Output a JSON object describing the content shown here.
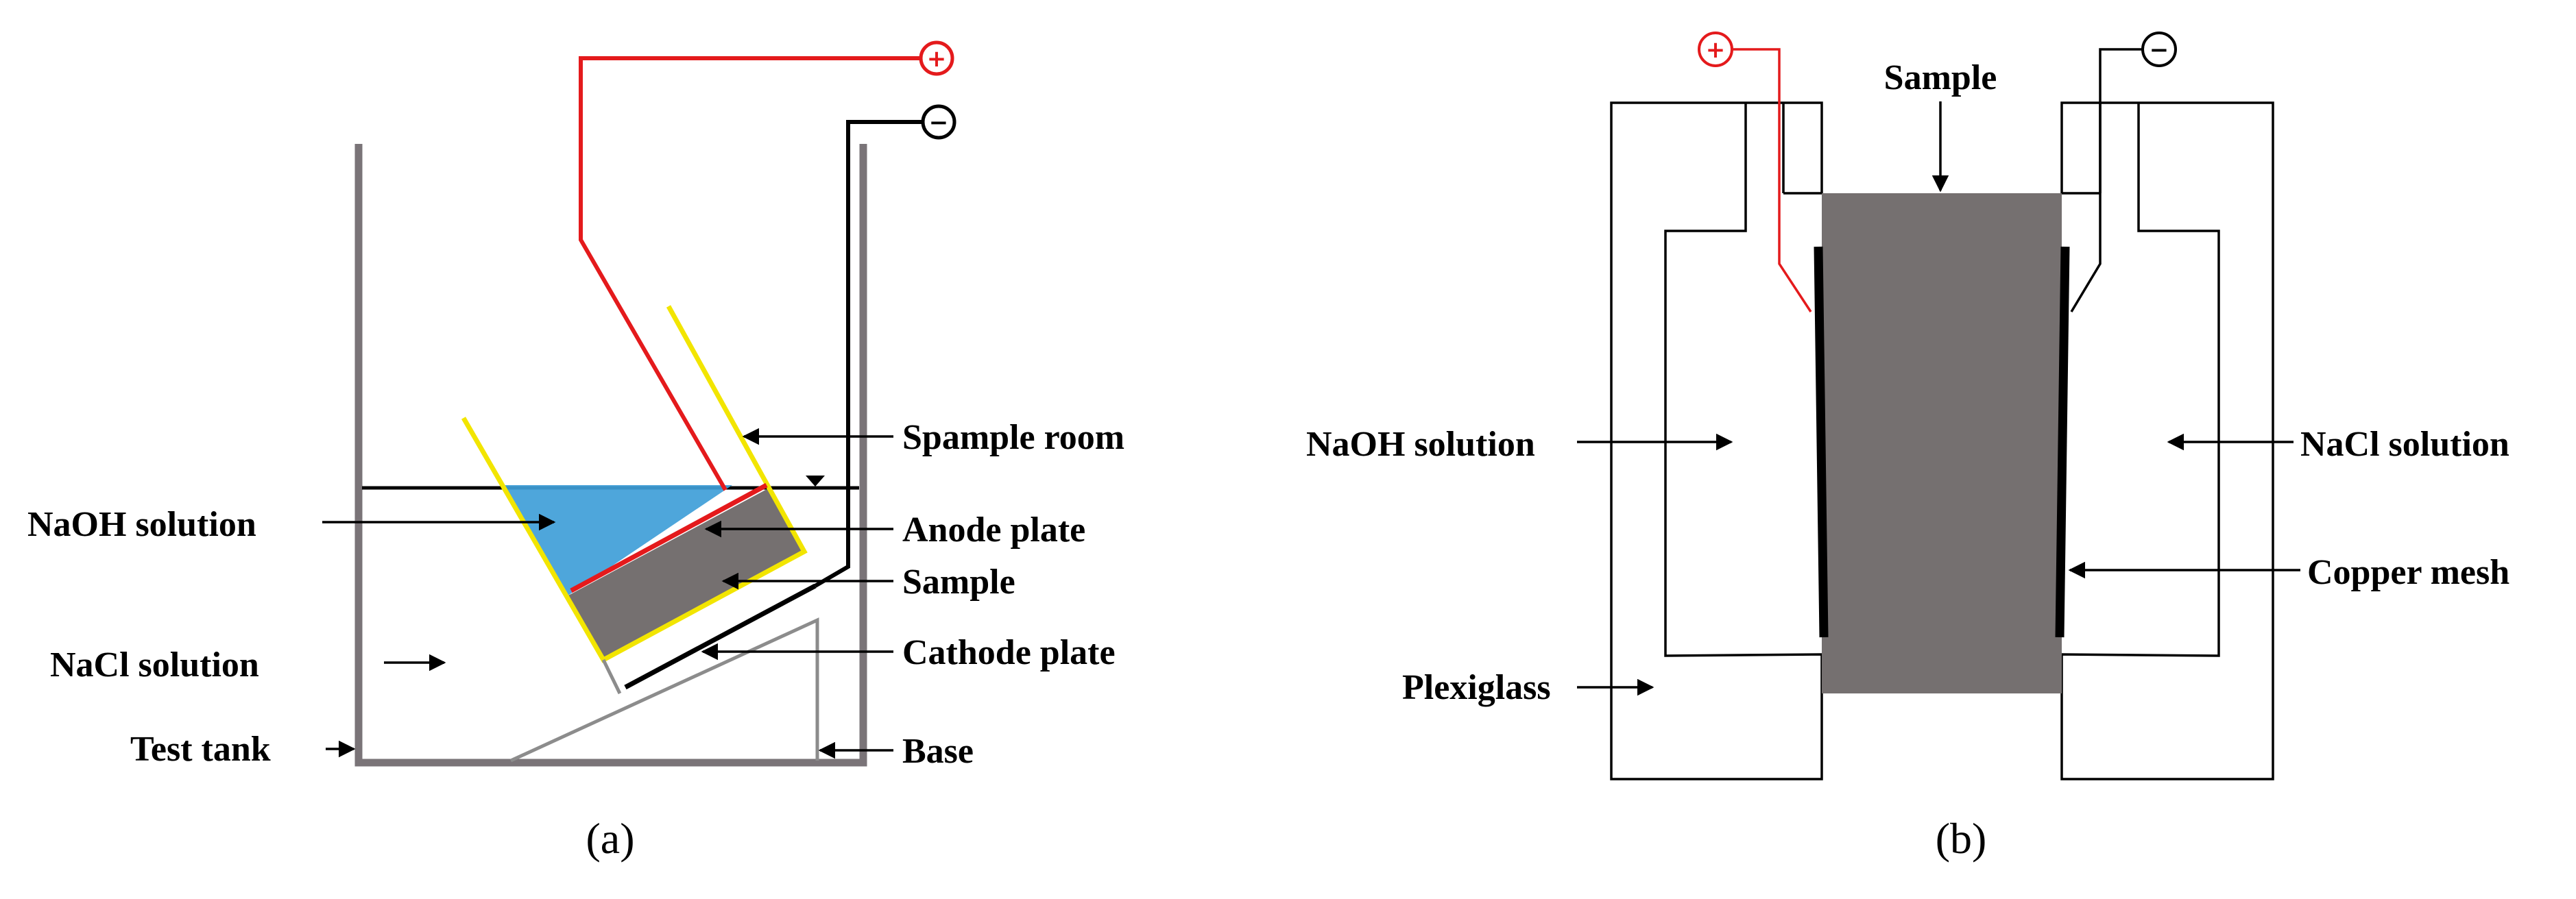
{
  "panel_a": {
    "caption": "(a)",
    "terminal_positive": "+",
    "terminal_negative": "−",
    "labels": {
      "sample_room": "Spample room",
      "naoh": "NaOH solution",
      "anode": "Anode plate",
      "sample": "Sample",
      "nacl": "NaCl solution",
      "cathode": "Cathode plate",
      "tank": "Test tank",
      "base": "Base"
    }
  },
  "panel_b": {
    "caption": "(b)",
    "terminal_positive": "+",
    "terminal_negative": "−",
    "labels": {
      "sample": "Sample",
      "naoh": "NaOH solution",
      "nacl": "NaCl solution",
      "copper": "Copper mesh",
      "plexiglass": "Plexiglass"
    }
  },
  "colors": {
    "tank_gray": "#7a7478",
    "sample_gray": "#757070",
    "naoh_blue": "#3f9ed8",
    "anode_red": "#e41a1c",
    "room_yellow": "#f2e500",
    "wire_black": "#000000"
  }
}
